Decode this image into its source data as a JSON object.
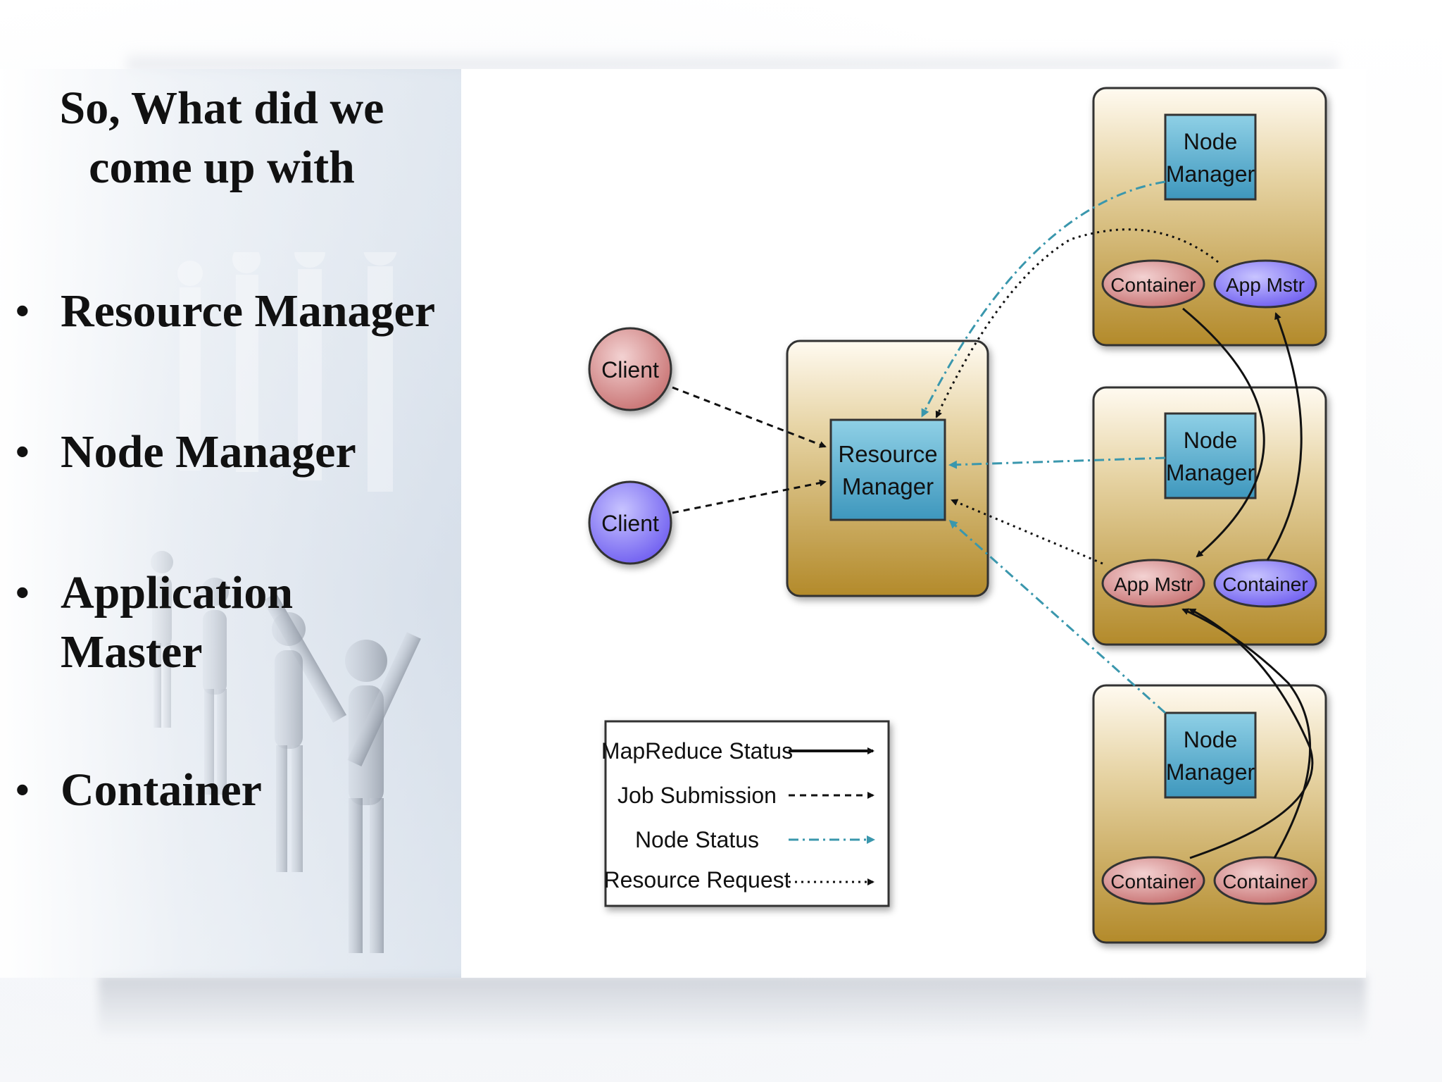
{
  "slide": {
    "title_line1": "So, What did we",
    "title_line2": "come up with",
    "bullets": [
      "Resource Manager",
      "Node Manager",
      "Application",
      "Master",
      "Container"
    ]
  },
  "diagram": {
    "clients": [
      "Client",
      "Client"
    ],
    "resource_manager": [
      "Resource",
      "Manager"
    ],
    "node_manager": [
      "Node",
      "Manager"
    ],
    "nodes": [
      {
        "left": "Container",
        "right": "App Mstr"
      },
      {
        "left": "App Mstr",
        "right": "Container"
      },
      {
        "left": "Container",
        "right": "Container"
      }
    ],
    "legend": [
      "MapReduce Status",
      "Job Submission",
      "Node Status",
      "Resource Request"
    ],
    "colors": {
      "box_gold": "#b8912f",
      "nm_blue": "#4aa3c6",
      "client_pink": "#d58a8a",
      "client_purple": "#7c6cf0",
      "node_status_teal": "#3a97ad"
    }
  }
}
